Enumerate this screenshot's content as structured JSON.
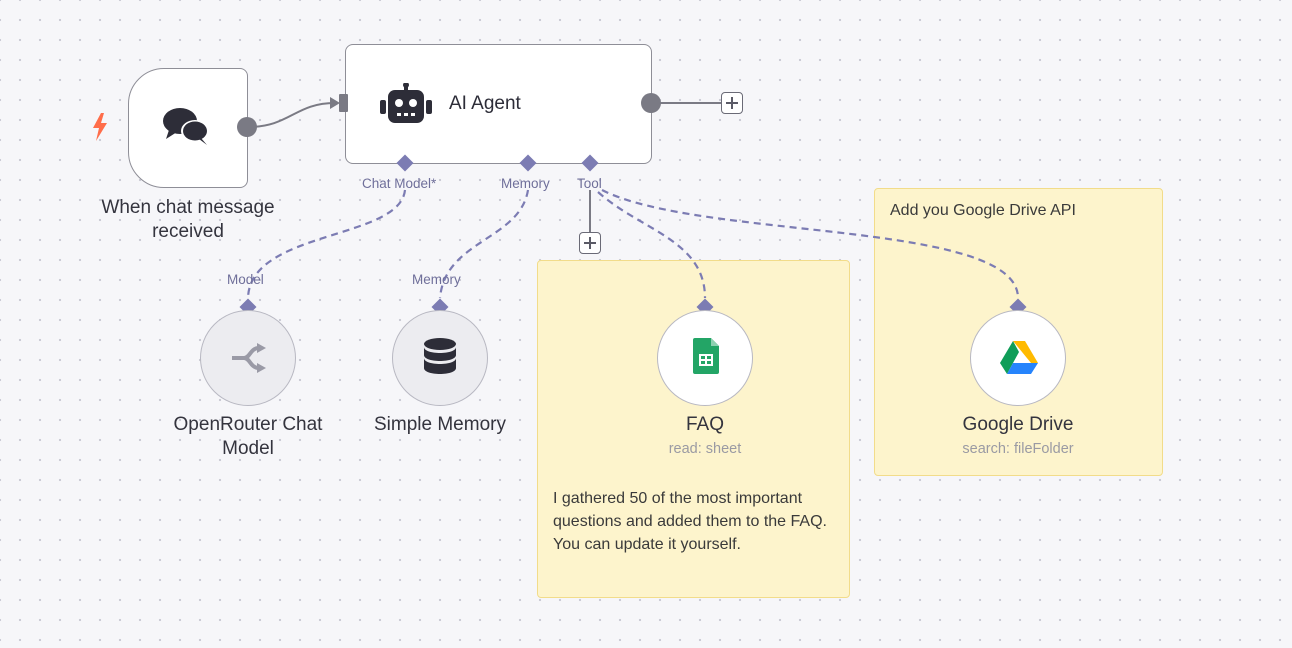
{
  "canvas": {
    "trigger": {
      "title": "When chat message received",
      "icon": "chat-bubbles-icon"
    },
    "agent": {
      "title": "AI Agent",
      "icon": "robot-icon",
      "ports": {
        "chat_model": "Chat Model*",
        "memory": "Memory",
        "tool": "Tool"
      }
    },
    "model_node": {
      "title": "OpenRouter Chat Model",
      "port_label": "Model",
      "icon": "openrouter-icon"
    },
    "memory_node": {
      "title": "Simple Memory",
      "port_label": "Memory",
      "icon": "database-icon"
    },
    "faq_node": {
      "title": "FAQ",
      "subtitle": "read: sheet",
      "icon": "google-sheets-icon"
    },
    "drive_node": {
      "title": "Google Drive",
      "subtitle": "search: fileFolder",
      "icon": "google-drive-icon"
    },
    "sticky_faq": {
      "text": "I gathered 50 of the most important questions and added them to the FAQ. You can update it yourself."
    },
    "sticky_drive": {
      "text": "Add you Google Drive API"
    }
  },
  "colors": {
    "accent_port": "#7c7cb3",
    "trigger_bolt": "#ff6d4a",
    "sticky_bg": "#fdf4cc"
  }
}
